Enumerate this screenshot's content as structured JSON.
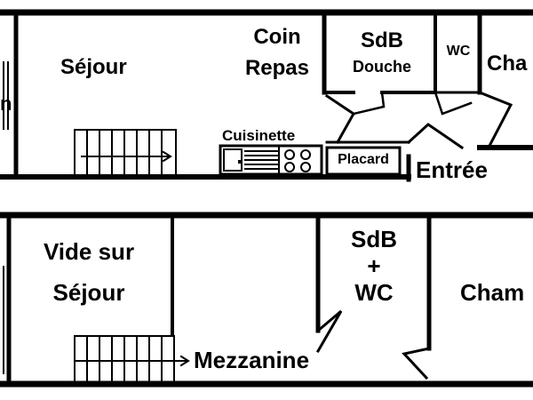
{
  "floor_plan": {
    "ground_floor": {
      "rooms": {
        "sejour": "Séjour",
        "coin_repas_line1": "Coin",
        "coin_repas_line2": "Repas",
        "sdb_douche_line1": "SdB",
        "sdb_douche_line2": "Douche",
        "wc": "WC",
        "chambre": "Cha",
        "cuisinette": "Cuisinette",
        "placard": "Placard",
        "entree": "Entrée",
        "left_cut": "n"
      }
    },
    "upper_floor": {
      "rooms": {
        "vide_sur_sejour_line1": "Vide sur",
        "vide_sur_sejour_line2": "Séjour",
        "sdb_wc_line1": "SdB",
        "sdb_wc_line2": "+",
        "sdb_wc_line3": "WC",
        "chambre": "Cham",
        "mezzanine": "Mezzanine"
      }
    },
    "colors": {
      "wall": "#000000",
      "background": "#ffffff"
    }
  }
}
